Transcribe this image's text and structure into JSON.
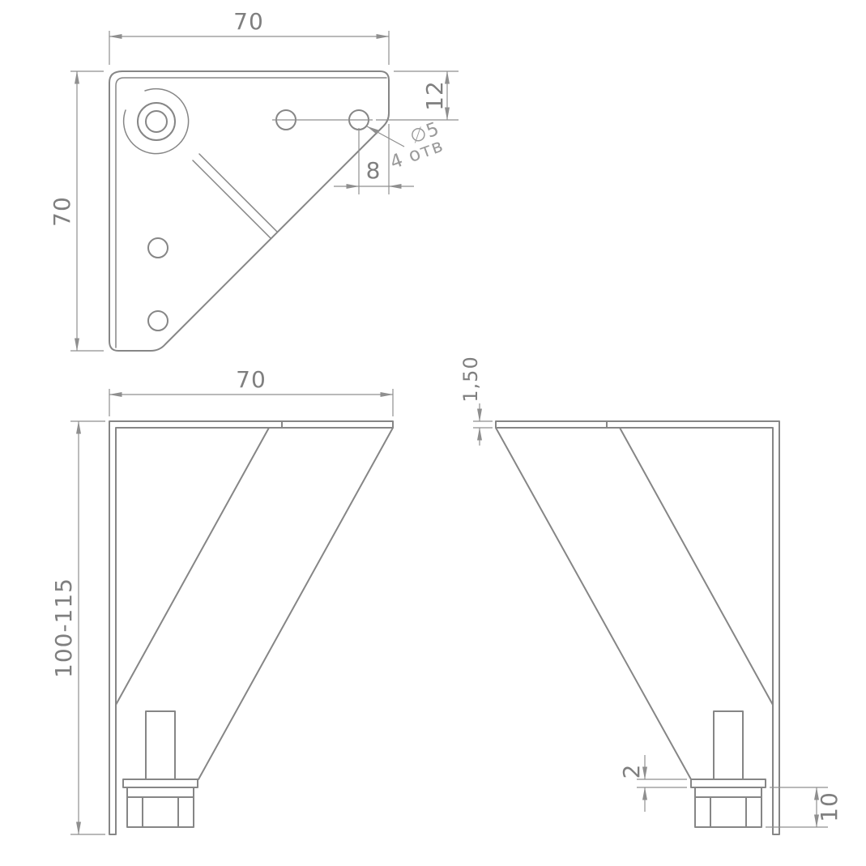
{
  "colors": {
    "background": "#ffffff",
    "object_line": "#868686",
    "dimension_line": "#8f8f8f",
    "label_text": "#7f7f7f",
    "callout_text": "#9a9a9a"
  },
  "views": {
    "top": {
      "dims": {
        "width": "70",
        "height": "70",
        "flange_offset": "12",
        "hole_to_edge": "8"
      },
      "hole_callout": {
        "diameter": "∅5",
        "count": "4 отв"
      }
    },
    "front": {
      "dims": {
        "width": "70",
        "height": "100-115"
      }
    },
    "side": {
      "dims": {
        "sheet_thickness": "1,50",
        "foot_plate_thickness": "2",
        "foot_height": "10"
      }
    }
  }
}
